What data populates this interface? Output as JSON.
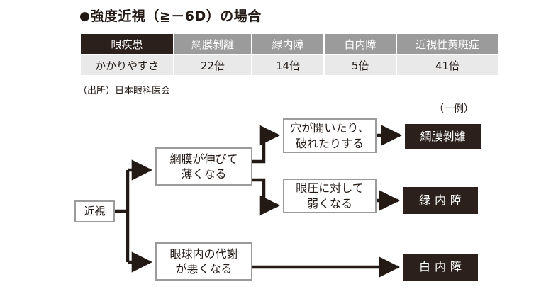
{
  "header": {
    "bullet": "●",
    "title": "強度近視（≧－6D）の場合"
  },
  "table": {
    "columns": [
      "眼疾患",
      "網膜剝離",
      "緑内障",
      "白内障",
      "近視性黄斑症"
    ],
    "row_label": "かかりやすさ",
    "values": [
      "22倍",
      "14倍",
      "5倍",
      "41倍"
    ],
    "source": "（出所）日本眼科医会",
    "colors": {
      "header_first": "#2b201c",
      "header_rest": "#9b9b9b",
      "data_cell": "#e9e9e9"
    }
  },
  "flowchart": {
    "example_label": "（一例）",
    "nodes": {
      "myopia": "近視",
      "retina_thin": "網膜が伸びて\n薄くなる",
      "hole_tear": "穴が開いたり、\n破れたりする",
      "eye_pressure": "眼圧に対して\n弱くなる",
      "metabolism": "眼球内の代謝\nが悪くなる",
      "retinal_detachment": "網膜剝離",
      "glaucoma": "緑内障",
      "cataract": "白内障"
    },
    "colors": {
      "box_border": "#9b9b9b",
      "outcome_fill": "#2b201c",
      "connector": "#231a16"
    }
  }
}
